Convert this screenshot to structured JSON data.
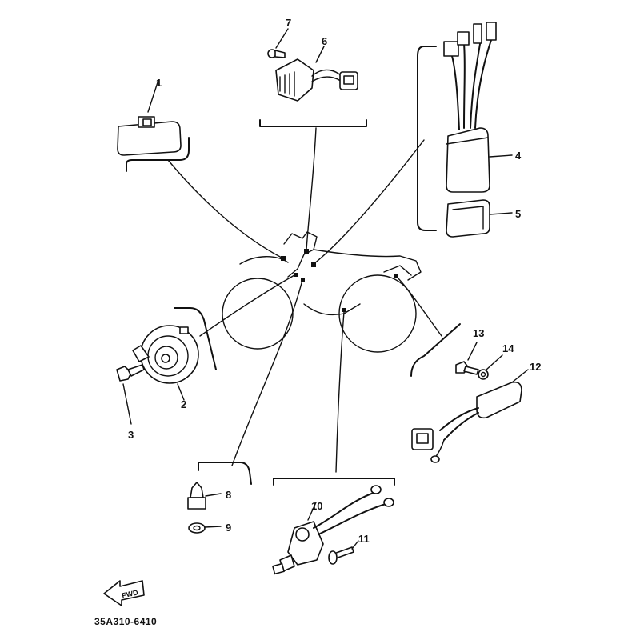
{
  "diagram": {
    "part_number": "35A310-6410",
    "fwd_label": "FWD",
    "callouts": {
      "c1": "1",
      "c2": "2",
      "c3": "3",
      "c4": "4",
      "c5": "5",
      "c6": "6",
      "c7": "7",
      "c8": "8",
      "c9": "9",
      "c10": "10",
      "c11": "11",
      "c12": "12",
      "c13": "13",
      "c14": "14"
    }
  }
}
